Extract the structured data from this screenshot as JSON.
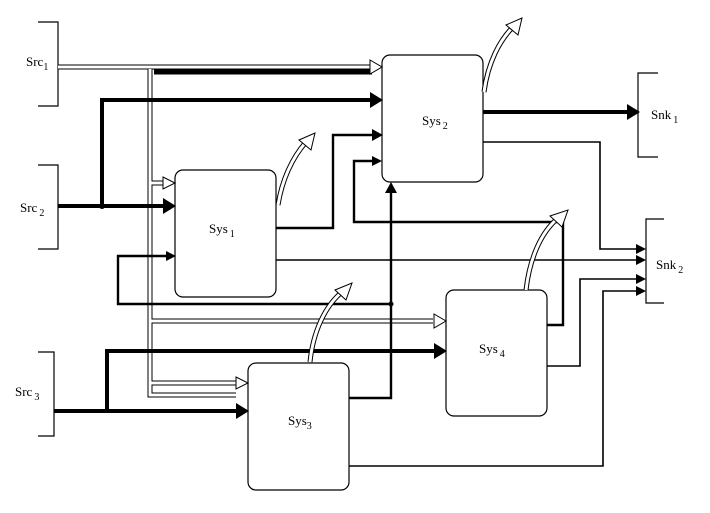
{
  "sources": [
    {
      "base": "Src",
      "index": "1"
    },
    {
      "base": "Src",
      "index": "2"
    },
    {
      "base": "Src",
      "index": "3"
    }
  ],
  "systems": [
    {
      "base": "Sys",
      "index": "1"
    },
    {
      "base": "Sys",
      "index": "2"
    },
    {
      "base": "Sys",
      "index": "3"
    },
    {
      "base": "Sys",
      "index": "4"
    }
  ],
  "sinks": [
    {
      "base": "Snk",
      "index": "1"
    },
    {
      "base": "Snk",
      "index": "2"
    }
  ]
}
